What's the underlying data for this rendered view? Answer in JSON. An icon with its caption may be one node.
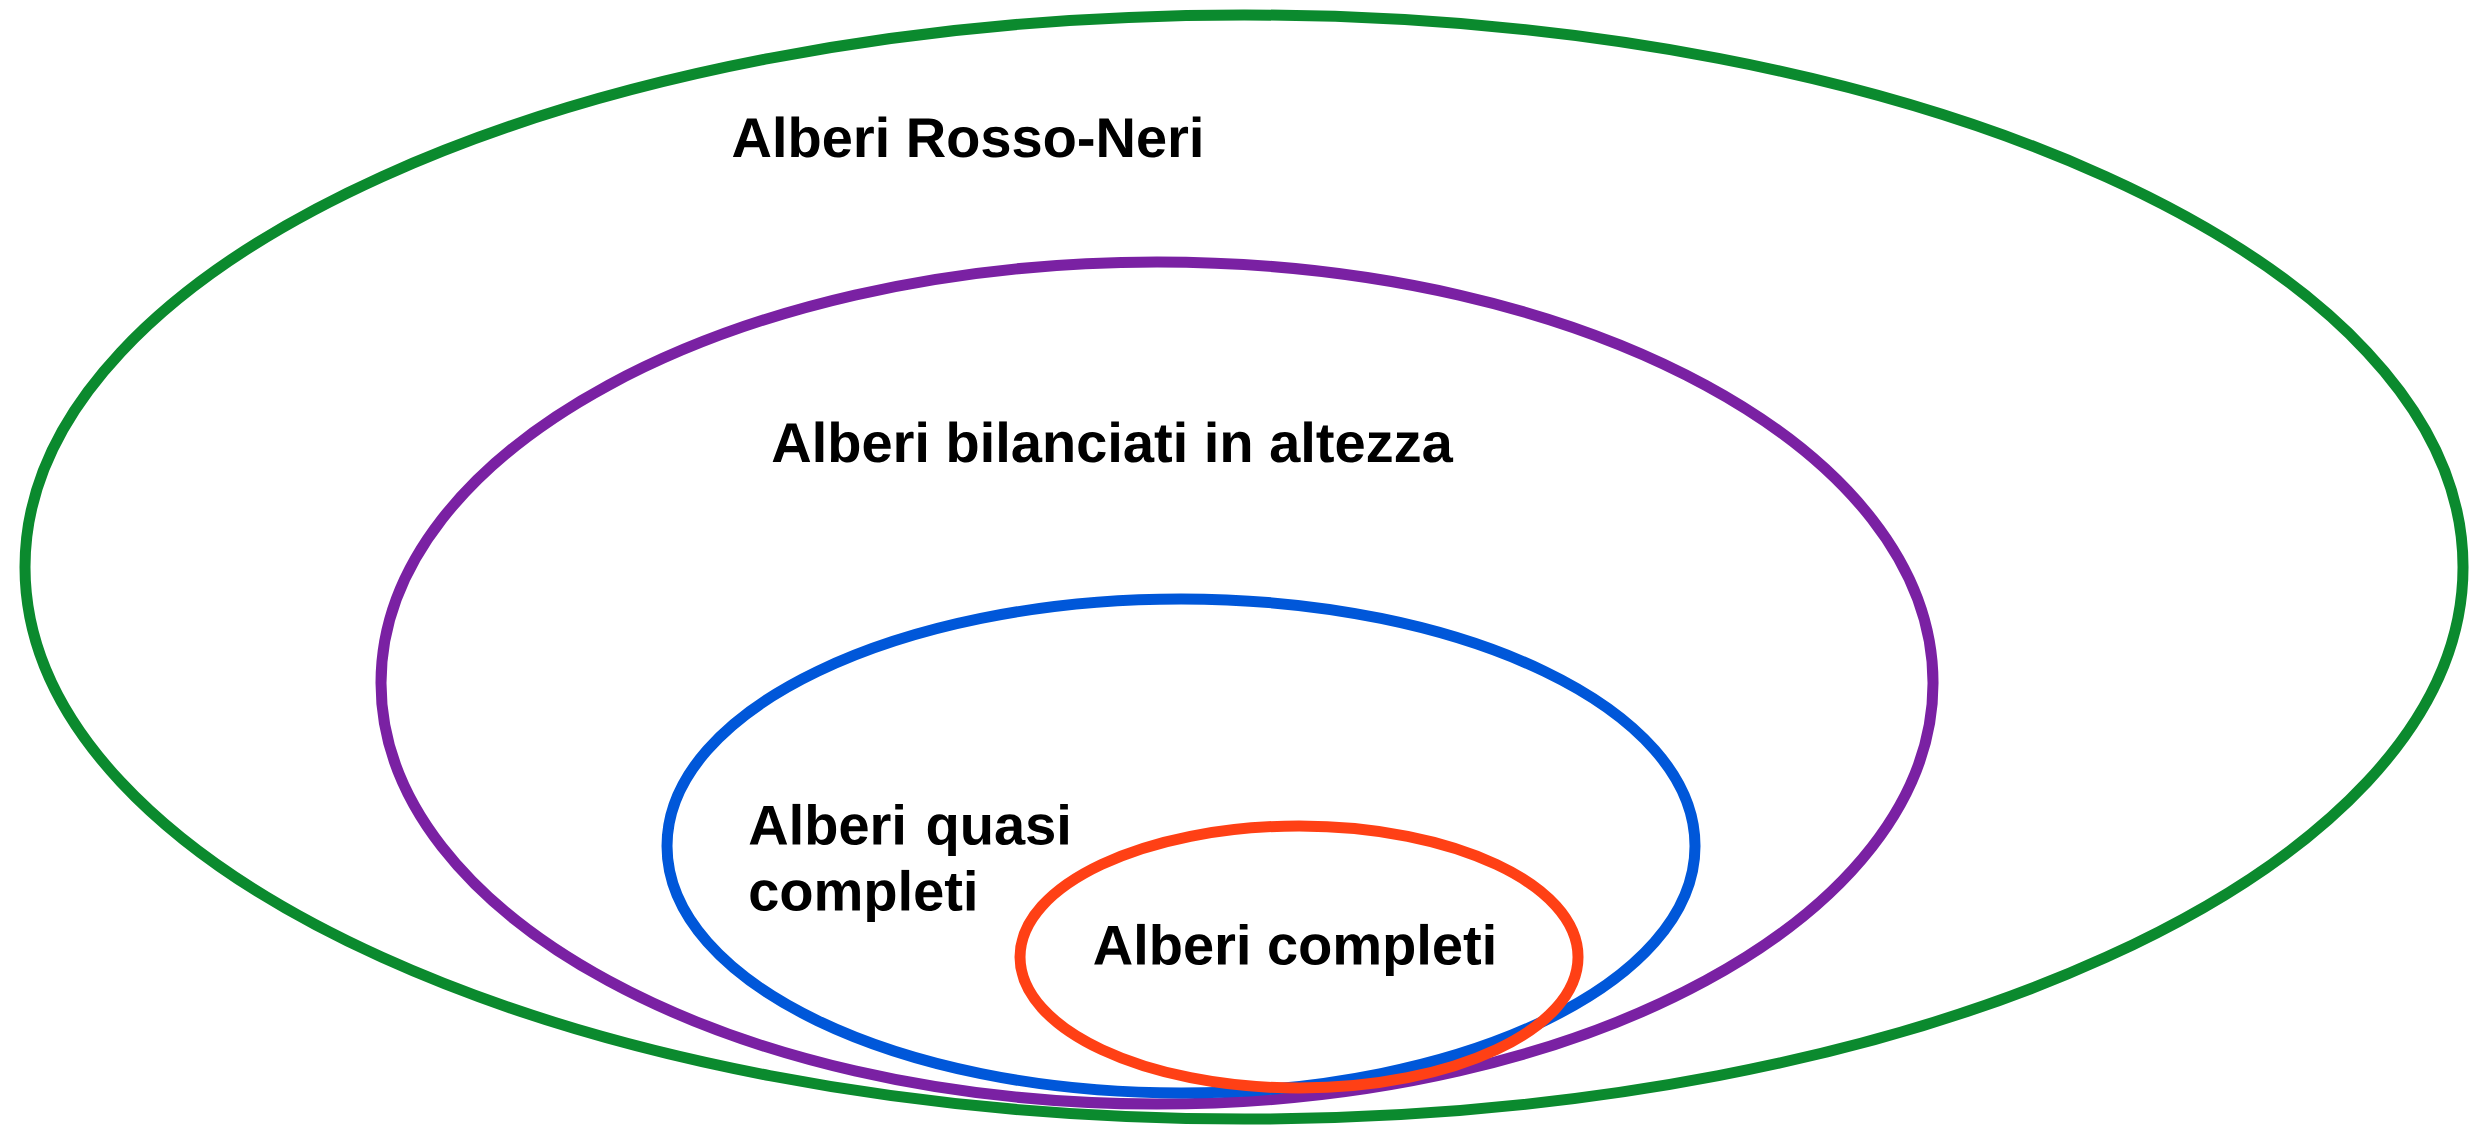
{
  "diagram": {
    "nodes": [
      {
        "text": [
          "Alberi Rosso-Neri"
        ]
      },
      {
        "text": [
          "Alberi bilanciati in altezza"
        ],
        "in": 0
      },
      {
        "text": [
          "Alberi quasi completi"
        ],
        "in": 1
      },
      {
        "text": [
          "Alberi completi"
        ],
        "in": 2
      }
    ]
  }
}
